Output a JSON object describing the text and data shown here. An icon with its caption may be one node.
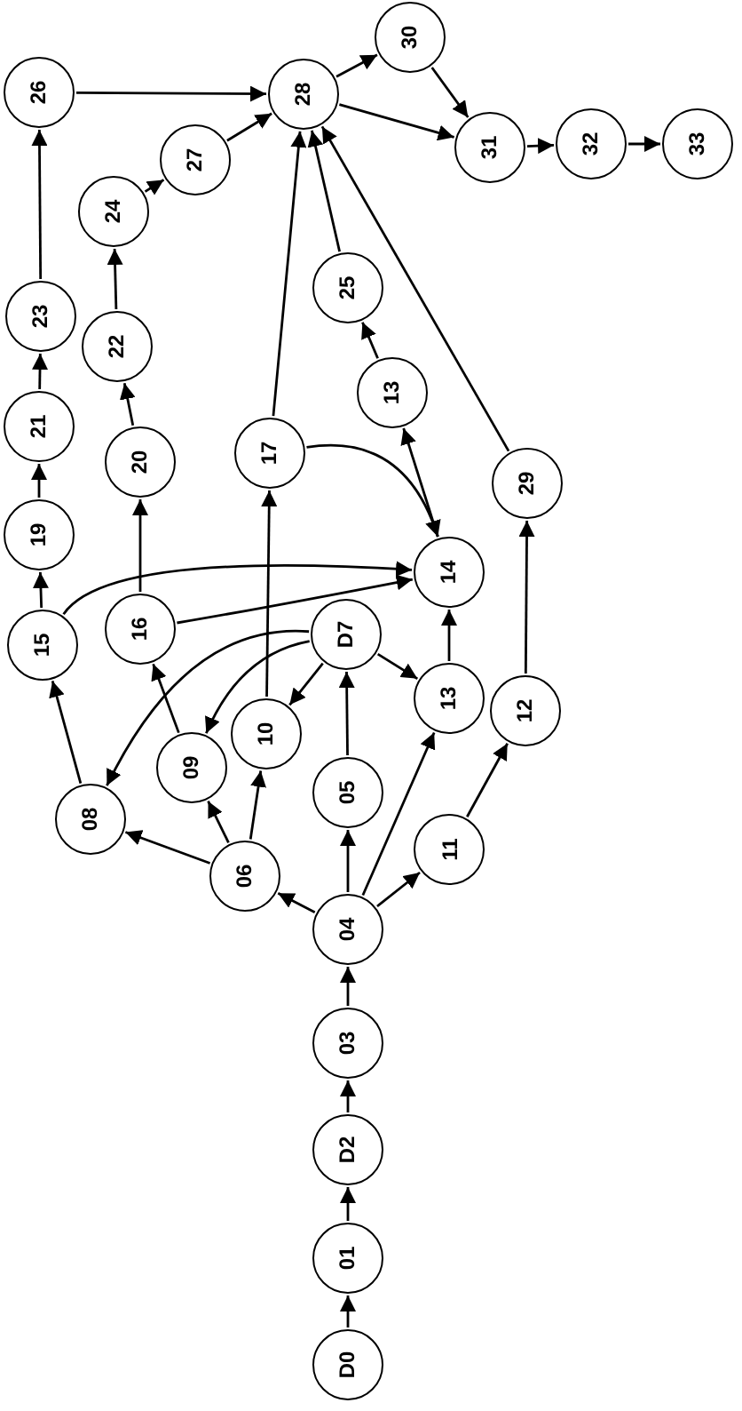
{
  "diagram": {
    "nodes": [
      {
        "text": [
          "D0"
        ]
      },
      {
        "text": [
          "01"
        ]
      },
      {
        "text": [
          "D2"
        ]
      },
      {
        "text": [
          "03"
        ]
      },
      {
        "text": [
          "04"
        ]
      },
      {
        "text": [
          "05"
        ]
      },
      {
        "text": [
          "06"
        ]
      },
      {
        "text": [
          "D7"
        ]
      },
      {
        "text": [
          "08"
        ]
      },
      {
        "text": [
          "09"
        ]
      },
      {
        "text": [
          "10"
        ]
      },
      {
        "text": [
          "11"
        ]
      },
      {
        "text": [
          "12"
        ]
      },
      {
        "text": [
          "13"
        ]
      },
      {
        "text": [
          "14"
        ]
      },
      {
        "text": [
          "13"
        ]
      },
      {
        "text": [
          "15"
        ]
      },
      {
        "text": [
          "16"
        ]
      },
      {
        "text": [
          "17"
        ]
      },
      {
        "text": [
          "19"
        ]
      },
      {
        "text": [
          "20"
        ]
      },
      {
        "text": [
          "21"
        ]
      },
      {
        "text": [
          "22"
        ]
      },
      {
        "text": [
          "23"
        ]
      },
      {
        "text": [
          "24"
        ]
      },
      {
        "text": [
          "25"
        ]
      },
      {
        "text": [
          "26"
        ]
      },
      {
        "text": [
          "27"
        ]
      },
      {
        "text": [
          "28"
        ]
      },
      {
        "text": [
          "29"
        ]
      },
      {
        "text": [
          "30"
        ]
      },
      {
        "text": [
          "31"
        ]
      },
      {
        "text": [
          "32"
        ]
      },
      {
        "text": [
          "33"
        ]
      }
    ],
    "edges": [
      {
        "from": 0,
        "to": 1,
        "arrow": "to"
      },
      {
        "from": 1,
        "to": 2,
        "arrow": "to"
      },
      {
        "from": 2,
        "to": 3,
        "arrow": "to"
      },
      {
        "from": 3,
        "to": 4,
        "arrow": "to"
      },
      {
        "from": 4,
        "to": 5,
        "arrow": "to"
      },
      {
        "from": 4,
        "to": 6,
        "arrow": "to"
      },
      {
        "from": 4,
        "to": 11,
        "arrow": "to"
      },
      {
        "from": 4,
        "to": 13,
        "arrow": "to"
      },
      {
        "from": 5,
        "to": 7,
        "arrow": "to"
      },
      {
        "from": 6,
        "to": 8,
        "arrow": "to"
      },
      {
        "from": 6,
        "to": 9,
        "arrow": "to"
      },
      {
        "from": 6,
        "to": 10,
        "arrow": "to"
      },
      {
        "from": 7,
        "to": 10,
        "arrow": "to"
      },
      {
        "from": 7,
        "to": 13,
        "arrow": "to"
      },
      {
        "from": 7,
        "to": 9,
        "arrow": "to"
      },
      {
        "from": 7,
        "to": 8,
        "arrow": "to"
      },
      {
        "from": 9,
        "to": 17,
        "arrow": "to"
      },
      {
        "from": 8,
        "to": 16,
        "arrow": "to"
      },
      {
        "from": 10,
        "to": 18,
        "arrow": "to"
      },
      {
        "from": 11,
        "to": 12,
        "arrow": "to"
      },
      {
        "from": 12,
        "to": 29,
        "arrow": "to"
      },
      {
        "from": 13,
        "to": 14,
        "arrow": "to"
      },
      {
        "from": 14,
        "to": 15,
        "arrow": "to"
      },
      {
        "from": 15,
        "to": 25,
        "arrow": "to"
      },
      {
        "from": 25,
        "to": 28,
        "arrow": "to"
      },
      {
        "from": 18,
        "to": 28,
        "arrow": "to"
      },
      {
        "from": 18,
        "to": 14,
        "arrow": "to"
      },
      {
        "from": 16,
        "to": 14,
        "arrow": "to"
      },
      {
        "from": 17,
        "to": 14,
        "arrow": "to"
      },
      {
        "from": 17,
        "to": 20,
        "arrow": "to"
      },
      {
        "from": 16,
        "to": 19,
        "arrow": "to"
      },
      {
        "from": 19,
        "to": 21,
        "arrow": "to"
      },
      {
        "from": 21,
        "to": 23,
        "arrow": "to"
      },
      {
        "from": 23,
        "to": 26,
        "arrow": "to"
      },
      {
        "from": 20,
        "to": 22,
        "arrow": "to"
      },
      {
        "from": 22,
        "to": 24,
        "arrow": "to"
      },
      {
        "from": 24,
        "to": 27,
        "arrow": "to"
      },
      {
        "from": 27,
        "to": 28,
        "arrow": "to"
      },
      {
        "from": 26,
        "to": 28,
        "arrow": "to"
      },
      {
        "from": 29,
        "to": 28,
        "arrow": "to"
      },
      {
        "from": 28,
        "to": 30,
        "arrow": "to"
      },
      {
        "from": 28,
        "to": 31,
        "arrow": "to"
      },
      {
        "from": 30,
        "to": 31,
        "arrow": "to"
      },
      {
        "from": 31,
        "to": 32,
        "arrow": "to"
      },
      {
        "from": 32,
        "to": 33,
        "arrow": "to"
      }
    ]
  }
}
